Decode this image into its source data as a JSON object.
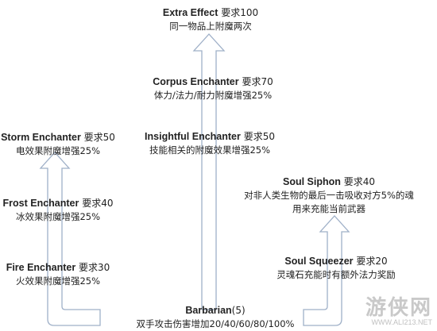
{
  "nodes": {
    "extra_effect": {
      "name": "Extra Effect",
      "req": " 要求100",
      "desc": "同一物品上附魔两次"
    },
    "corpus": {
      "name": "Corpus Enchanter",
      "req": " 要求70",
      "desc": "体力/法力/耐力附魔增强25%"
    },
    "insightful": {
      "name": "Insightful Enchanter",
      "req": " 要求50",
      "desc": "技能相关的附魔效果增强25%"
    },
    "storm": {
      "name": "Storm Enchanter",
      "req": " 要求50",
      "desc": "电效果附魔增强25%"
    },
    "frost": {
      "name": "Frost Enchanter",
      "req": " 要求40",
      "desc": "冰效果附魔增强25%"
    },
    "fire": {
      "name": "Fire Enchanter",
      "req": " 要求30",
      "desc": "火效果附魔增强25%"
    },
    "soul_siphon": {
      "name": "Soul Siphon",
      "req": " 要求40",
      "desc1": "对非人类生物的最后一击吸收对方5%的魂",
      "desc2": "用来充能当前武器"
    },
    "soul_squeezer": {
      "name": "Soul Squeezer",
      "req": " 要求20",
      "desc": "灵魂石充能时有额外法力奖励"
    },
    "barbarian": {
      "name": "Barbarian",
      "rank": "(5)",
      "desc": "双手攻击伤害增加20/40/60/80/100%"
    }
  },
  "watermark": {
    "title": "游侠网",
    "url": "WWW.ALI213.NET"
  },
  "colors": {
    "arrow_stroke": "#9fb0c8",
    "arrow_fill": "#ffffff"
  }
}
